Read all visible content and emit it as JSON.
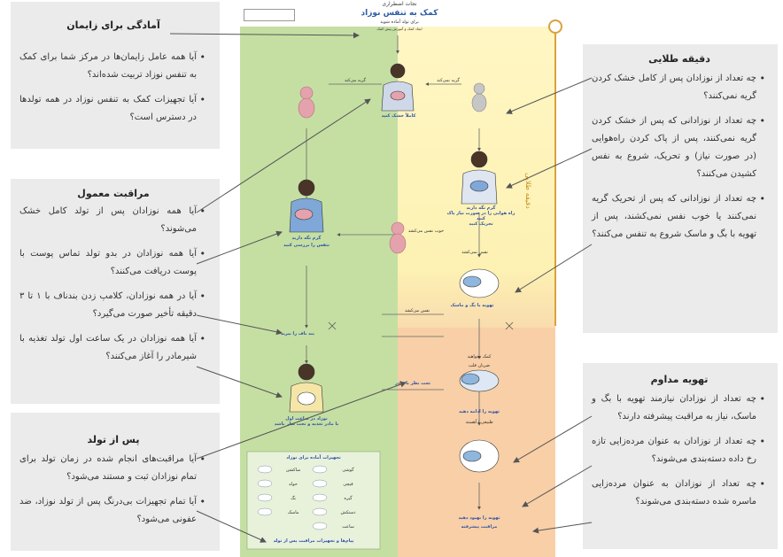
{
  "poster": {
    "header_small": "نجات اضطراری",
    "title": "کمک به تنفس نوزاد",
    "subtitle": "برای تولد آماده شوید",
    "sub2": "ایجاد کمک و آموزش پیش کمک",
    "golden_minute": "دقیقه طلایی",
    "steps": {
      "dry": "کاملاً خشک کنید",
      "cries": "گریه می‌کند",
      "keep_warm": "گرم نگه دارید",
      "check_breathing": "تنفس را بررسی کنید",
      "clear_stimulate": "گرم نگه دارید\nراه هوایی را در صورت نیاز پاک کنید\nتحریک کنید",
      "not_crying": "گریه نمی‌کند",
      "breathing_well": "خوب نفس می‌کشد",
      "not_breathing": "نفس نمی‌کشد",
      "cut_cord": "بند ناف را ببرید",
      "ventilate": "تهویه با بگ و ماسک",
      "monitor": "تحت نظر با مادر",
      "breathing": "نفس می‌کشد",
      "call_help": "کمک بخواهید",
      "continue_vent": "تهویه را ادامه دهید",
      "heart_rate": "ضربان قلب",
      "improve_vent": "تهویه را بهبود دهید",
      "advanced": "مراقبت پیشرفته",
      "first_breath": "نوزاد در ساعت اول\nبا مادر تغذیه و تحت نظر باشد",
      "normal_slow": "طبیعی / آهسته",
      "equip_title": "تجهیزات آماده برای نوزاد",
      "footer": "پیام‌ها و تجهیزات مراقبت پس از تولد"
    },
    "equipment": [
      "ساکشن",
      "حوله",
      "بگ",
      "ماسک",
      "گوشی",
      "قیچی",
      "گیره",
      "دستکش",
      "ساعت"
    ]
  },
  "left_boxes": [
    {
      "title": "آمادگی برای زایمان",
      "items": [
        "آیا همه عامل زایمان‌ها در مرکز شما برای کمک به تنفس نوزاد تربیت شده‌اند؟",
        "آیا تجهیزات کمک به تنفس نوزاد در همه تولدها در دسترس است؟"
      ]
    },
    {
      "title": "مراقبت معمول",
      "items": [
        "آیا همه نوزادان پس از تولد کامل خشک می‌شوند؟",
        "آیا همه نوزادان در بدو تولد تماس پوست با پوست دریافت می‌کنند؟",
        "آیا در همه نوزادان، کلامپ زدن بندناف با ۱ تا ۳ دقیقه تأخیر صورت می‌گیرد؟",
        "آیا همه نوزادان در یک ساعت اول تولد تغذیه با شیرمادر را آغاز می‌کنند؟"
      ]
    },
    {
      "title": "پس از تولد",
      "items": [
        "آیا مراقبت‌های انجام شده در زمان تولد برای تمام نوزادان ثبت و مستند می‌شود؟",
        "آیا تمام تجهیزات بی‌درنگ پس از تولد نوزاد، ضد عفونی می‌شود؟"
      ]
    }
  ],
  "right_boxes": [
    {
      "title": "دقیقه طلایی",
      "items": [
        "چه تعداد از نوزادان پس از کامل خشک کردن گریه نمی‌کنند؟",
        "چه تعداد از نوزادانی که پس از خشک کردن گریه نمی‌کنند، پس از پاک کردن راه‌هوایی (در صورت نیاز) و تحریک، شروع به نفس کشیدن می‌کنند؟",
        "چه تعداد از نوزادانی که پس از تحریک گریه نمی‌کنند یا خوب نفس نمی‌کشند، پس از تهویه با بگ و ماسک شروع به تنفس می‌کنند؟"
      ]
    },
    {
      "title": "تهویه مداوم",
      "items": [
        "چه تعداد از نوزادان نیازمند تهویه با بگ و ماسک، نیاز به مراقبت پیشرفته دارند؟",
        "چه تعداد از نوزادان به عنوان مرده‌زایی تازه رخ داده دسته‌بندی می‌شوند؟",
        "چه تعداد از نوزادان به عنوان مرده‌زایی ماسره شده دسته‌بندی می‌شوند؟"
      ]
    }
  ],
  "colors": {
    "box_bg": "#ebebeb",
    "green_zone": "#c5dfa3",
    "yellow_zone": "#fdf2b3",
    "orange_zone": "#f8cfa6",
    "golden_line": "#d9a23a",
    "title_blue": "#2a5aa8",
    "arrow": "#555555"
  },
  "icons": [
    "baby-icon",
    "mother-baby-icon",
    "bag-mask-icon",
    "scissors-icon",
    "clock-icon"
  ]
}
